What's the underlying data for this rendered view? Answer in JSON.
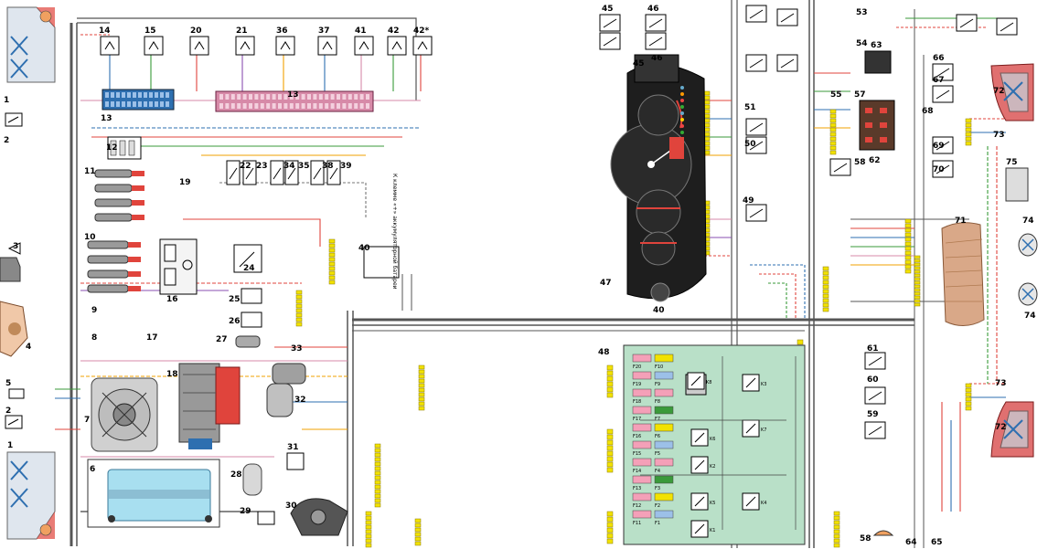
{
  "labels": {
    "n1a": "1",
    "n2a": "2",
    "n3": "3",
    "n4": "4",
    "n5": "5",
    "n2b": "2",
    "n7": "7",
    "n1b": "1",
    "n6": "6",
    "n8": "8",
    "n9": "9",
    "n10": "10",
    "n11": "11",
    "n12": "12",
    "n13a": "13",
    "n13b": "13",
    "n14": "14",
    "n15": "15",
    "n16": "16",
    "n17": "17",
    "n18": "18",
    "n19": "19",
    "n20": "20",
    "n21": "21",
    "n22": "22",
    "n23": "23",
    "n24": "24",
    "n25": "25",
    "n26": "26",
    "n27": "27",
    "n28": "28",
    "n29": "29",
    "n30": "30",
    "n31": "31",
    "n32": "32",
    "n33": "33",
    "n34": "34",
    "n35": "35",
    "n36": "36",
    "n37": "37",
    "n38": "38",
    "n39": "39",
    "n40a": "40",
    "n40b": "40",
    "n41": "41",
    "n42": "42",
    "n42s": "42*",
    "n45": "45",
    "n46": "46",
    "n45b": "45",
    "n46b": "46",
    "n47": "47",
    "n48": "48",
    "n49": "49",
    "n50": "50",
    "n51": "51",
    "n53": "53",
    "n54": "54",
    "n55": "55",
    "n57": "57",
    "n58a": "58",
    "n58b": "58",
    "n59": "59",
    "n60": "60",
    "n61": "61",
    "n62": "62",
    "n63": "63",
    "n64": "64",
    "n65": "65",
    "n66": "66",
    "n67": "67",
    "n68": "68",
    "n69": "69",
    "n70": "70",
    "n71": "71",
    "n72a": "72",
    "n72b": "72",
    "n73a": "73",
    "n73b": "73",
    "n74a": "74",
    "n74b": "74",
    "n75": "75"
  },
  "vertical_note": "К клемме «+» аккумуляторной батареи",
  "fuses_left": [
    "F20",
    "F19",
    "F18",
    "F17",
    "F16",
    "F15",
    "F14",
    "F13",
    "F12",
    "F11"
  ],
  "fuses_right": [
    "F10",
    "F9",
    "F8",
    "F7",
    "F6",
    "F5",
    "F4",
    "F3",
    "F2",
    "F1"
  ],
  "relays": [
    "K8",
    "K3",
    "K6",
    "K7",
    "K2",
    "K5",
    "K4",
    "K1"
  ],
  "colors": {
    "fusebox": "#b9e0c8",
    "battery": "#a8dff0",
    "connector_yellow": "#f2e200",
    "connector_blue": "#2e6fb0",
    "connector_pink": "#d78aa8",
    "light_red": "#e0443c",
    "cluster": "#1e1e1e"
  }
}
